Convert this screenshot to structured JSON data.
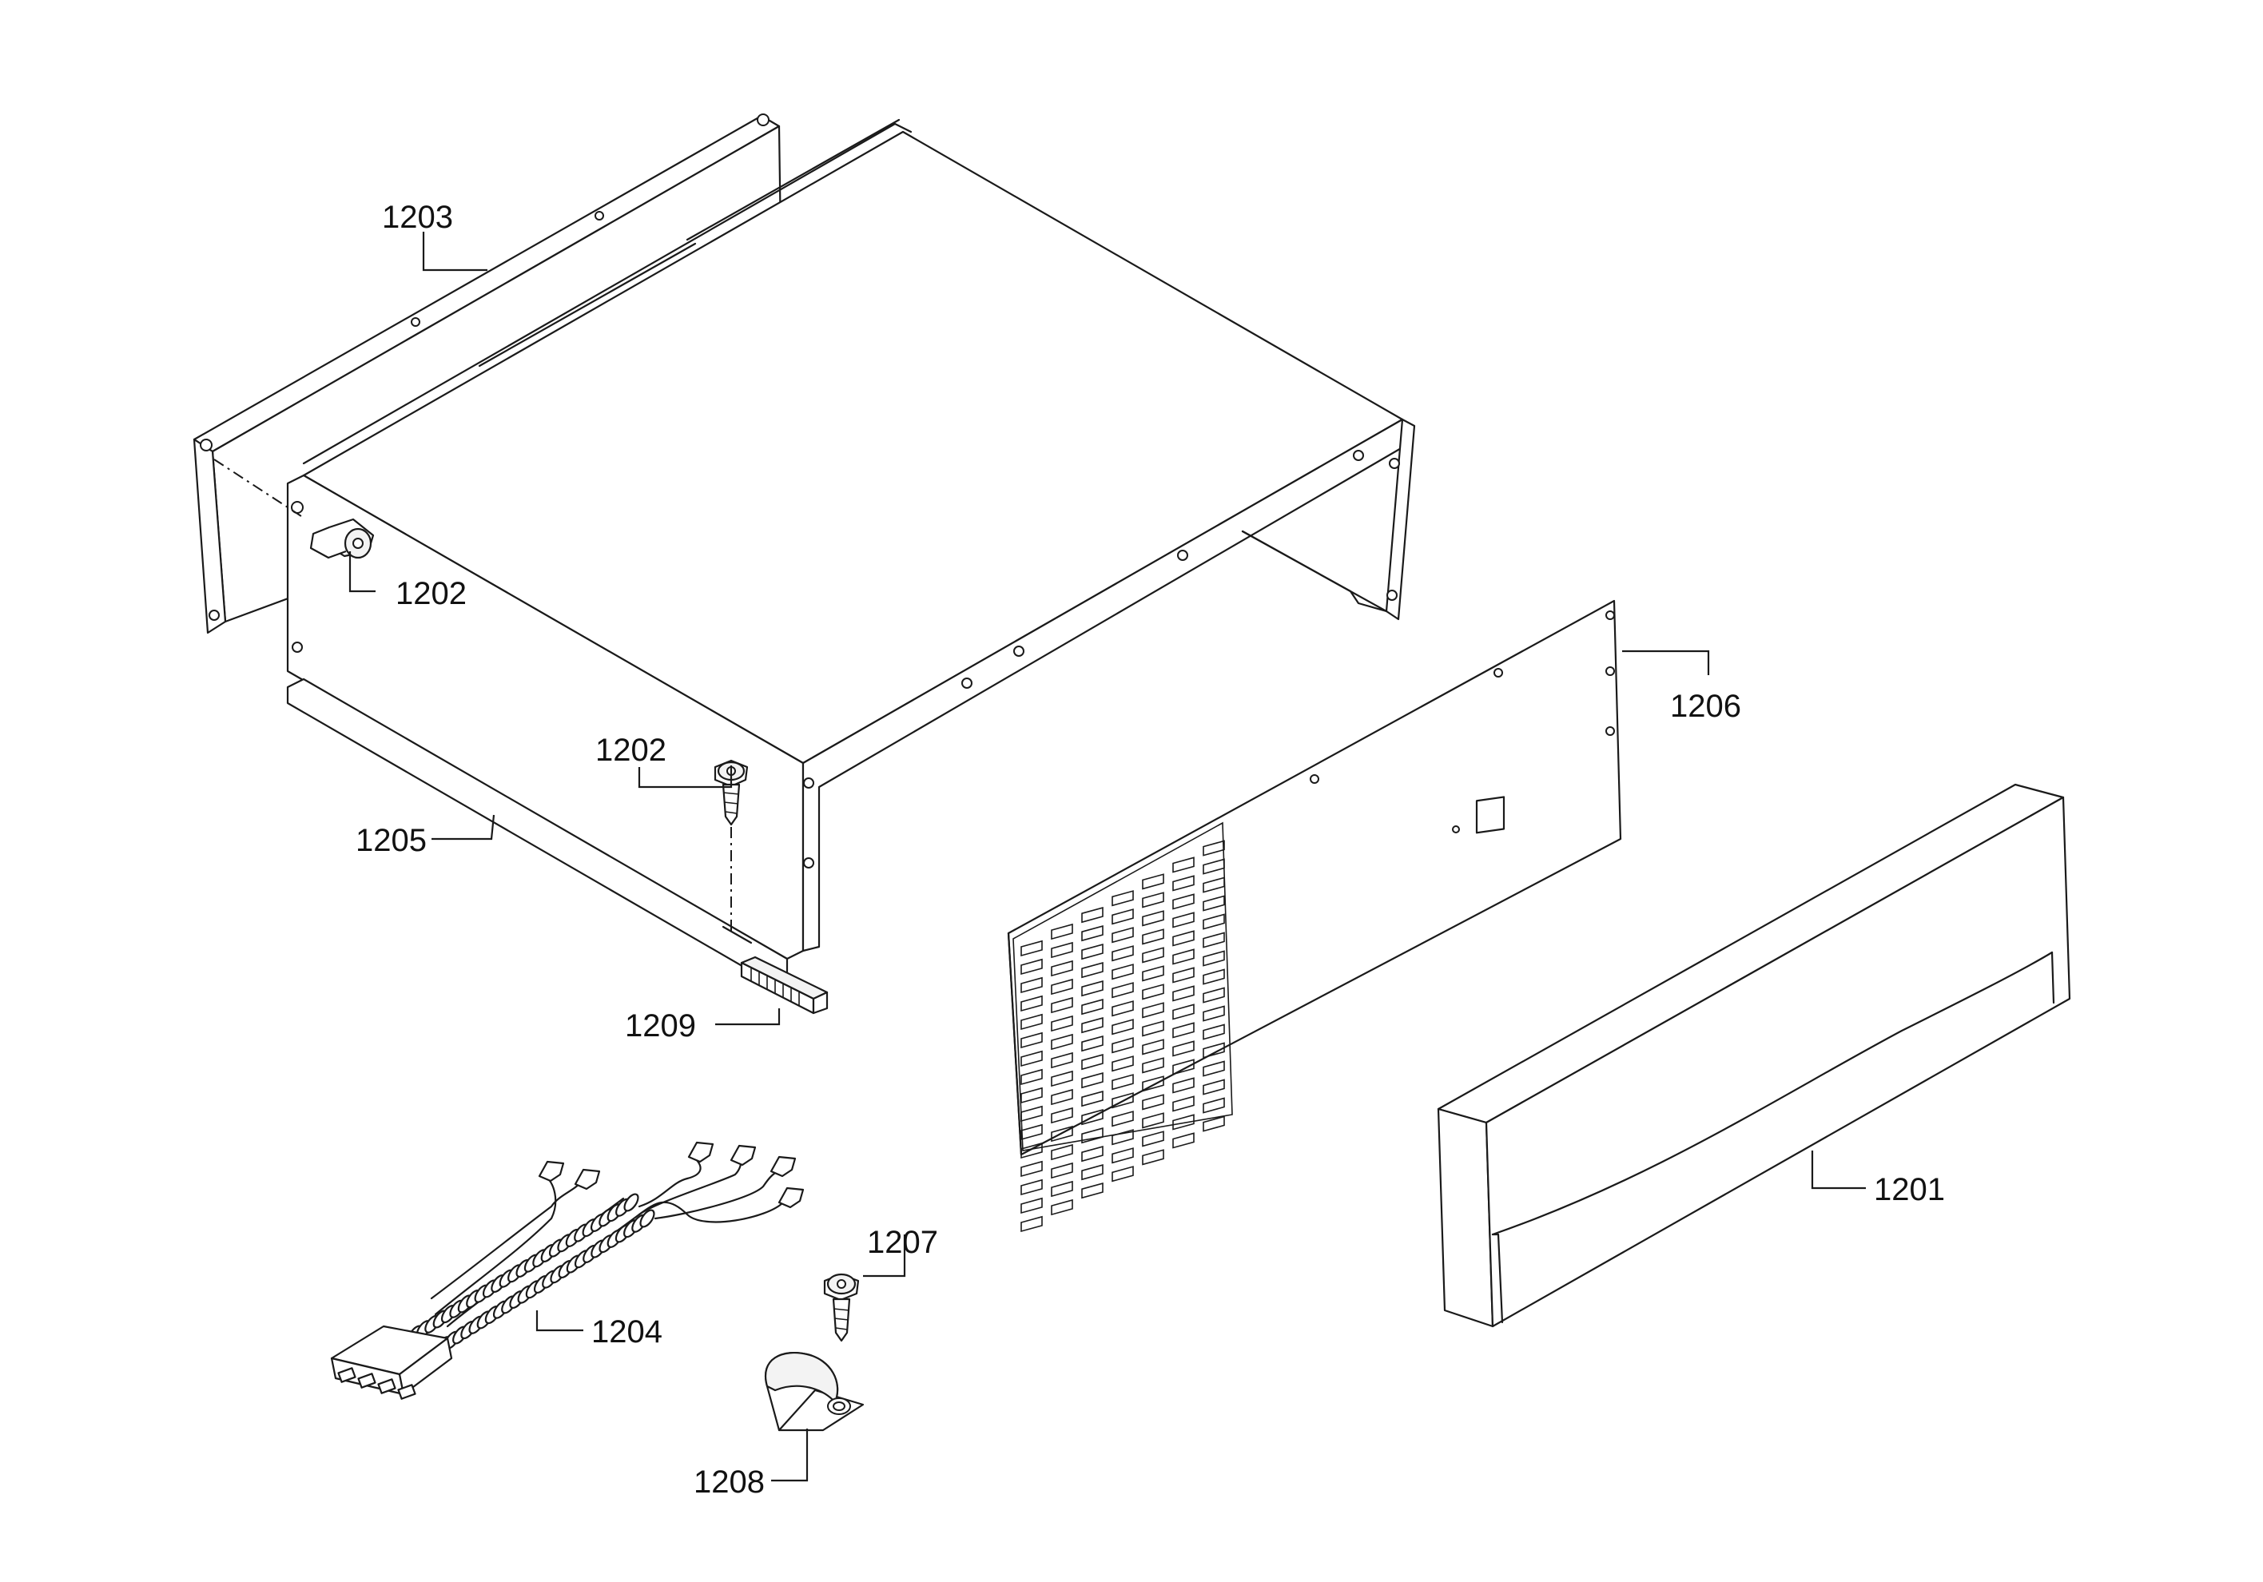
{
  "callouts": {
    "c1201": "1201",
    "c1202a": "1202",
    "c1202b": "1202",
    "c1203": "1203",
    "c1204": "1204",
    "c1205": "1205",
    "c1206": "1206",
    "c1207": "1207",
    "c1208": "1208",
    "c1209": "1209"
  },
  "colors": {
    "line": "#1a1a1a",
    "background": "#ffffff"
  }
}
